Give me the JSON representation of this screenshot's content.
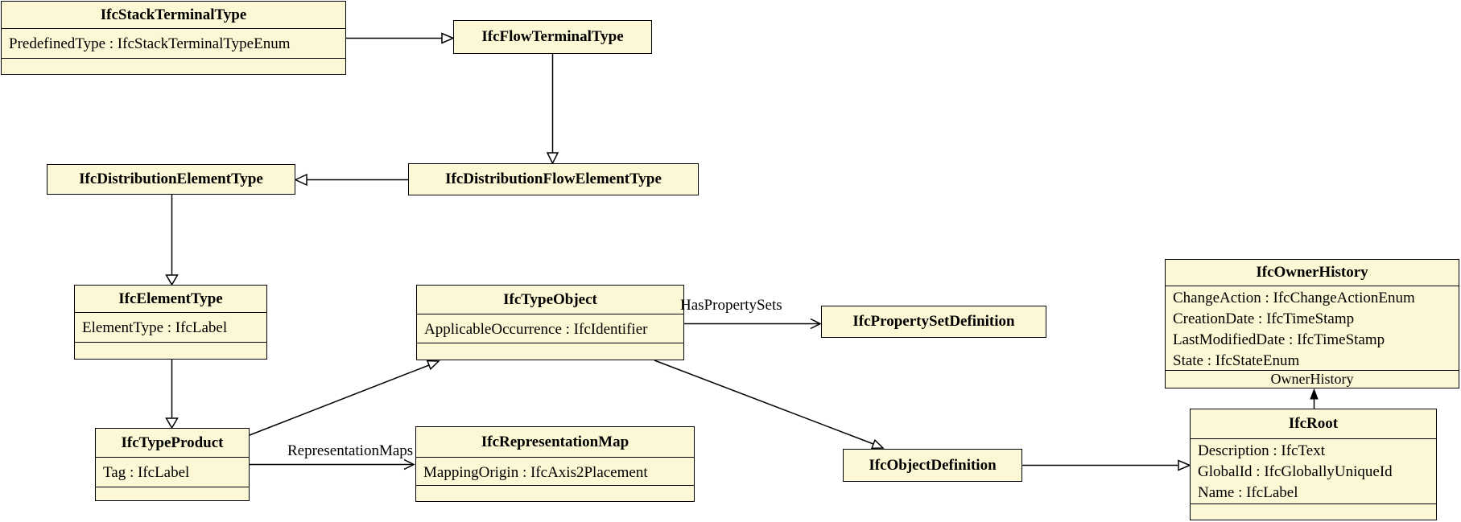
{
  "diagram": {
    "type": "uml-class-diagram",
    "background_color": "#FFFFFF",
    "box_fill_color": "#FCF7D4",
    "border_color": "#000000",
    "text_color": "#000000"
  },
  "classes": {
    "stackTerminalType": {
      "name": "IfcStackTerminalType",
      "attributes": [
        "PredefinedType : IfcStackTerminalTypeEnum"
      ]
    },
    "flowTerminalType": {
      "name": "IfcFlowTerminalType"
    },
    "distributionElementType": {
      "name": "IfcDistributionElementType"
    },
    "distributionFlowElementType": {
      "name": "IfcDistributionFlowElementType"
    },
    "elementType": {
      "name": "IfcElementType",
      "attributes": [
        "ElementType : IfcLabel"
      ]
    },
    "typeObject": {
      "name": "IfcTypeObject",
      "attributes": [
        "ApplicableOccurrence : IfcIdentifier"
      ]
    },
    "propertySetDefinition": {
      "name": "IfcPropertySetDefinition"
    },
    "ownerHistory": {
      "name": "IfcOwnerHistory",
      "attributes": [
        "ChangeAction : IfcChangeActionEnum",
        "CreationDate : IfcTimeStamp",
        "LastModifiedDate : IfcTimeStamp",
        "State : IfcStateEnum"
      ]
    },
    "typeProduct": {
      "name": "IfcTypeProduct",
      "attributes": [
        "Tag : IfcLabel"
      ]
    },
    "representationMap": {
      "name": "IfcRepresentationMap",
      "attributes": [
        "MappingOrigin : IfcAxis2Placement"
      ]
    },
    "objectDefinition": {
      "name": "IfcObjectDefinition"
    },
    "root": {
      "name": "IfcRoot",
      "attributes": [
        "Description : IfcText",
        "GlobalId : IfcGloballyUniqueId",
        "Name : IfcLabel"
      ]
    }
  },
  "edges": {
    "hasPropertySets": {
      "label": "HasPropertySets"
    },
    "representationMaps": {
      "label": "RepresentationMaps"
    },
    "ownerHistory": {
      "label": "OwnerHistory"
    },
    "relations": [
      {
        "type": "generalization",
        "from": "IfcStackTerminalType",
        "to": "IfcFlowTerminalType"
      },
      {
        "type": "generalization",
        "from": "IfcFlowTerminalType",
        "to": "IfcDistributionFlowElementType"
      },
      {
        "type": "generalization",
        "from": "IfcDistributionFlowElementType",
        "to": "IfcDistributionElementType"
      },
      {
        "type": "generalization",
        "from": "IfcDistributionElementType",
        "to": "IfcElementType"
      },
      {
        "type": "generalization",
        "from": "IfcElementType",
        "to": "IfcTypeProduct"
      },
      {
        "type": "generalization",
        "from": "IfcTypeProduct",
        "to": "IfcTypeObject"
      },
      {
        "type": "generalization",
        "from": "IfcTypeObject",
        "to": "IfcObjectDefinition"
      },
      {
        "type": "generalization",
        "from": "IfcObjectDefinition",
        "to": "IfcRoot"
      },
      {
        "type": "association",
        "label": "HasPropertySets",
        "from": "IfcTypeObject",
        "to": "IfcPropertySetDefinition"
      },
      {
        "type": "association",
        "label": "RepresentationMaps",
        "from": "IfcTypeProduct",
        "to": "IfcRepresentationMap"
      },
      {
        "type": "association",
        "label": "OwnerHistory",
        "from": "IfcRoot",
        "to": "IfcOwnerHistory"
      }
    ]
  }
}
